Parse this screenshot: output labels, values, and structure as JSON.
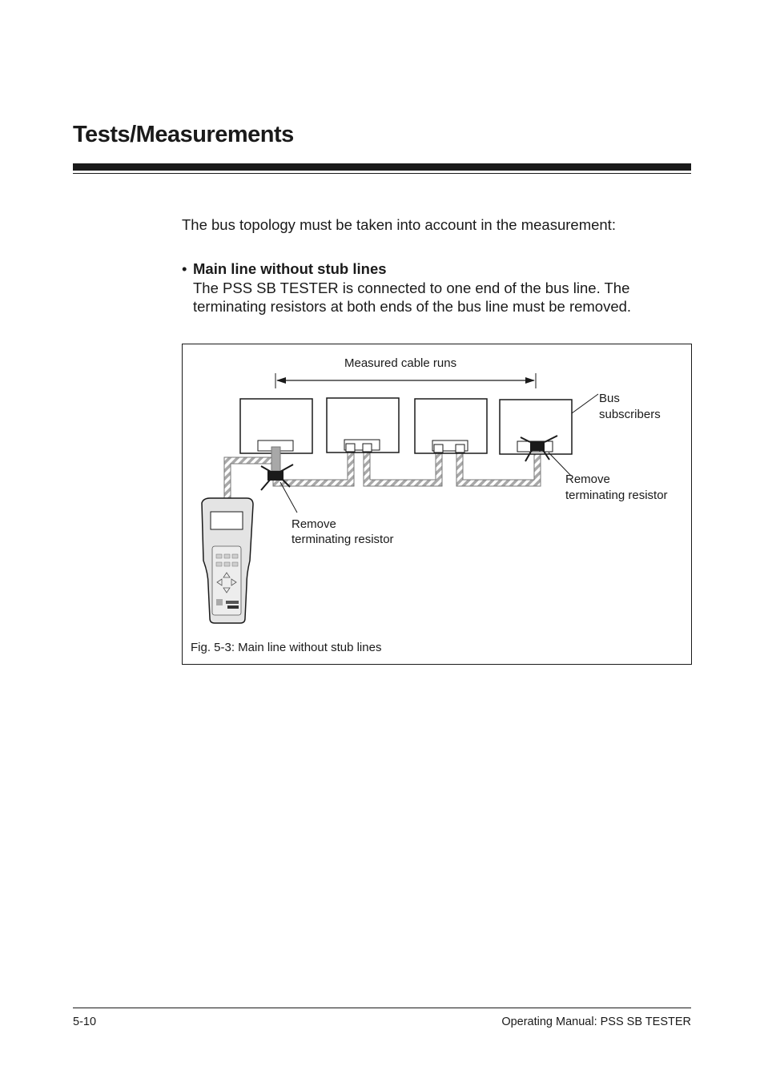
{
  "heading": "Tests/Measurements",
  "intro": "The bus topology must be taken into account in the measurement:",
  "bullet": {
    "marker": "•",
    "title": "Main line without stub lines",
    "text": "The PSS SB TESTER is connected to one end of the bus line. The terminating resistors at both ends of the bus line must be removed."
  },
  "figure": {
    "measured_label": "Measured cable runs",
    "bus_label_1": "Bus",
    "bus_label_2": "subscribers",
    "remove_right_1": "Remove",
    "remove_right_2": "terminating resistor",
    "remove_left_1": "Remove",
    "remove_left_2": "terminating resistor",
    "caption": "Fig. 5-3: Main line without stub lines"
  },
  "footer": {
    "page_number": "5-10",
    "manual_title": "Operating Manual: PSS SB TESTER"
  }
}
